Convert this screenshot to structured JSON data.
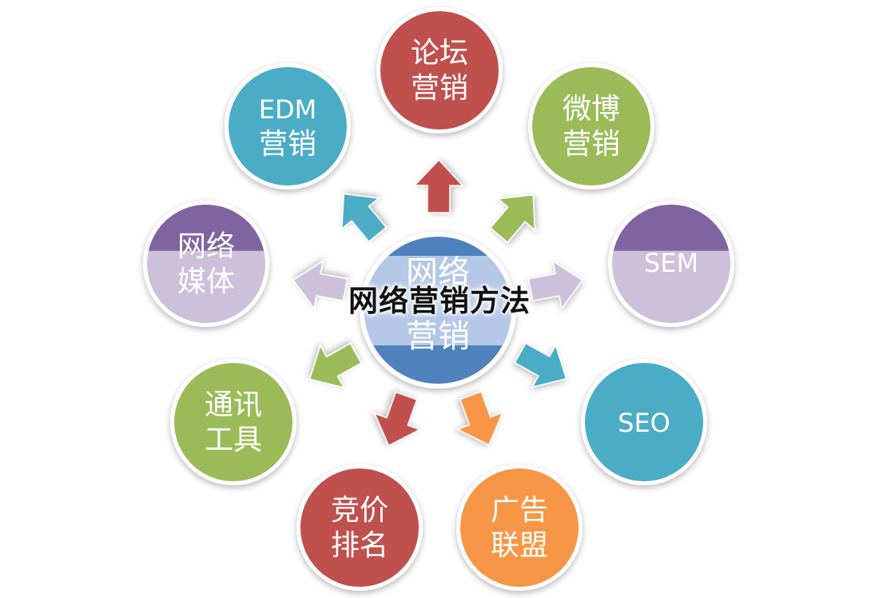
{
  "overlay_title": "网络营销方法",
  "center": {
    "lines": [
      "网络",
      "营销"
    ],
    "color_top": "#4f81bd",
    "color_mid": "#b4c7e7"
  },
  "nodes": [
    {
      "key": "forum",
      "lines": [
        "论坛",
        "营销"
      ],
      "color": "#c0504d"
    },
    {
      "key": "weibo",
      "lines": [
        "微博",
        "营销"
      ],
      "color": "#9bbb59"
    },
    {
      "key": "sem",
      "lines": [
        "SEM"
      ],
      "color": "#8064a2",
      "color_light": "#ccc0da"
    },
    {
      "key": "seo",
      "lines": [
        "SEO"
      ],
      "color": "#4bacc6"
    },
    {
      "key": "ad-union",
      "lines": [
        "广告",
        "联盟"
      ],
      "color": "#f79646"
    },
    {
      "key": "bidding",
      "lines": [
        "竞价",
        "排名"
      ],
      "color": "#c0504d"
    },
    {
      "key": "im-tools",
      "lines": [
        "通讯",
        "工具"
      ],
      "color": "#9bbb59"
    },
    {
      "key": "net-media",
      "lines": [
        "网络",
        "媒体"
      ],
      "color": "#8064a2",
      "color_light": "#ccc0da"
    },
    {
      "key": "edm",
      "lines": [
        "EDM",
        "营销"
      ],
      "color": "#4bacc6"
    }
  ],
  "arrows": [
    {
      "target": "forum",
      "color": "#c0504d"
    },
    {
      "target": "weibo",
      "color": "#9bbb59"
    },
    {
      "target": "sem",
      "color": "#ccc0da"
    },
    {
      "target": "seo",
      "color": "#4bacc6"
    },
    {
      "target": "ad-union",
      "color": "#f79646"
    },
    {
      "target": "bidding",
      "color": "#c0504d"
    },
    {
      "target": "im-tools",
      "color": "#9bbb59"
    },
    {
      "target": "net-media",
      "color": "#ccc0da"
    },
    {
      "target": "edm",
      "color": "#4bacc6"
    }
  ]
}
